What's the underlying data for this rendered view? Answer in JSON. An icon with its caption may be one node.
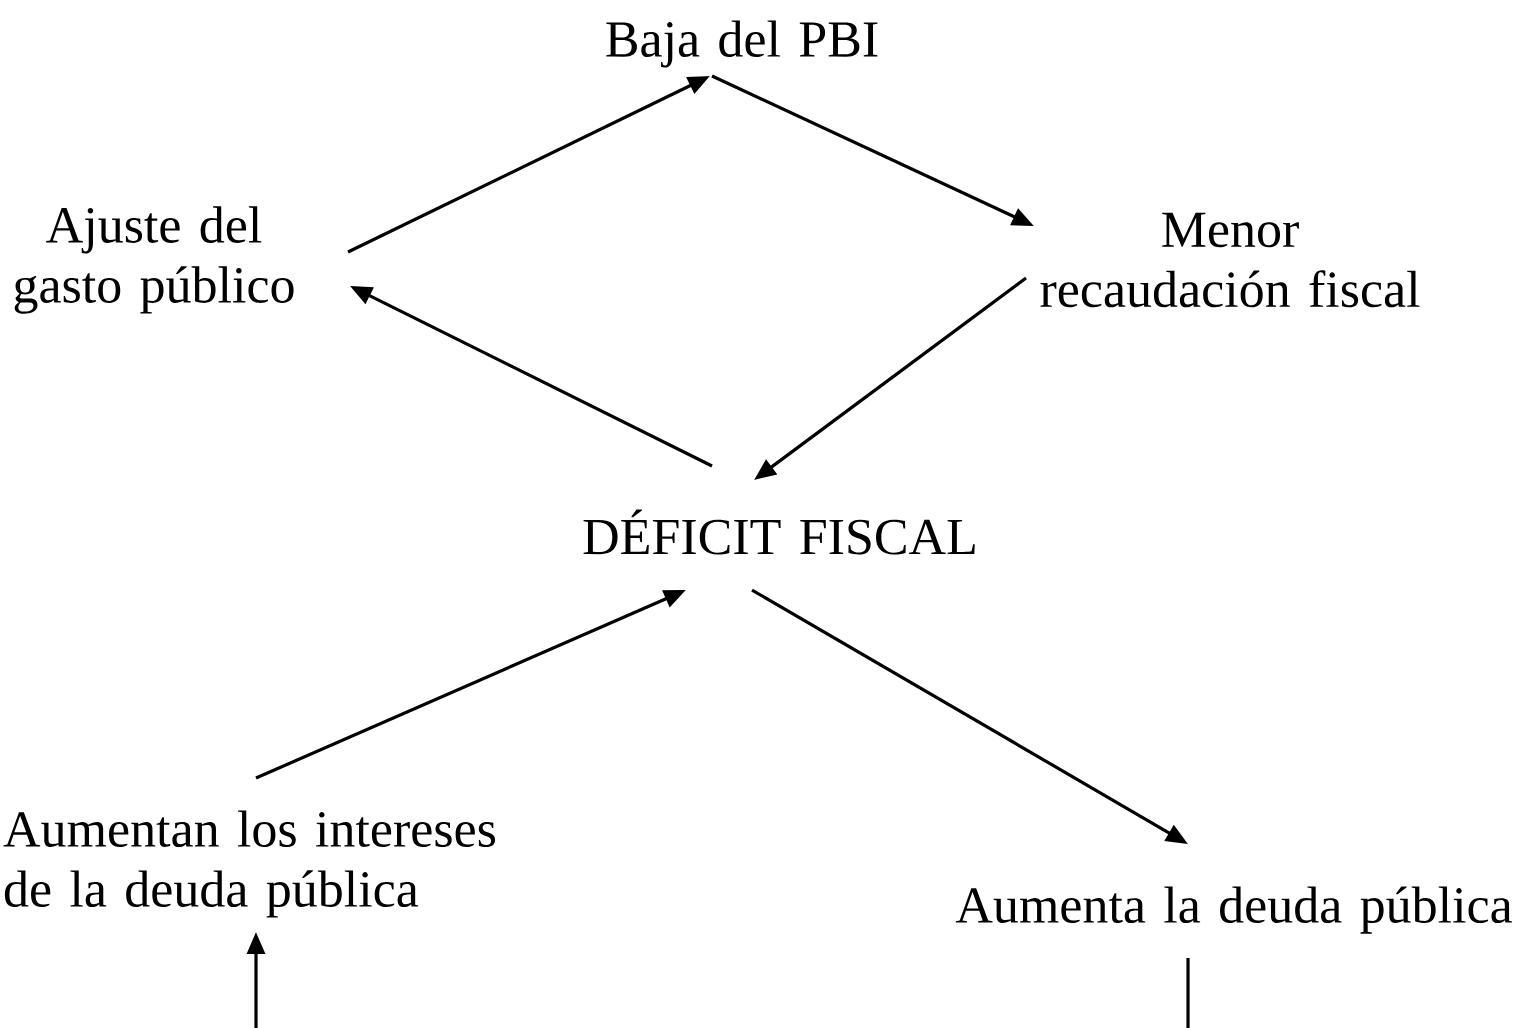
{
  "diagram": {
    "nodes": [
      {
        "text": [
          "Baja del PBI"
        ]
      },
      {
        "text": [
          "Ajuste del gasto público"
        ]
      },
      {
        "text": [
          "Menor recaudación fiscal"
        ]
      },
      {
        "text": [
          "DÉFICIT FISCAL"
        ]
      },
      {
        "text": [
          "Aumentan los intereses de la deuda pública"
        ]
      },
      {
        "text": [
          "Aumenta la deuda pública"
        ]
      }
    ],
    "edges": [
      {
        "from": 1,
        "to": 0,
        "arrow": "to"
      },
      {
        "from": 0,
        "to": 2,
        "arrow": "to"
      },
      {
        "from": 2,
        "to": 3,
        "arrow": "to"
      },
      {
        "from": 3,
        "to": 1,
        "arrow": "to"
      },
      {
        "from": 4,
        "to": 3,
        "arrow": "to"
      },
      {
        "from": 3,
        "to": 5,
        "arrow": "to"
      },
      {
        "from": null,
        "to": 4,
        "arrow": "to"
      },
      {
        "from": 5,
        "to": null,
        "arrow": "none"
      }
    ]
  }
}
